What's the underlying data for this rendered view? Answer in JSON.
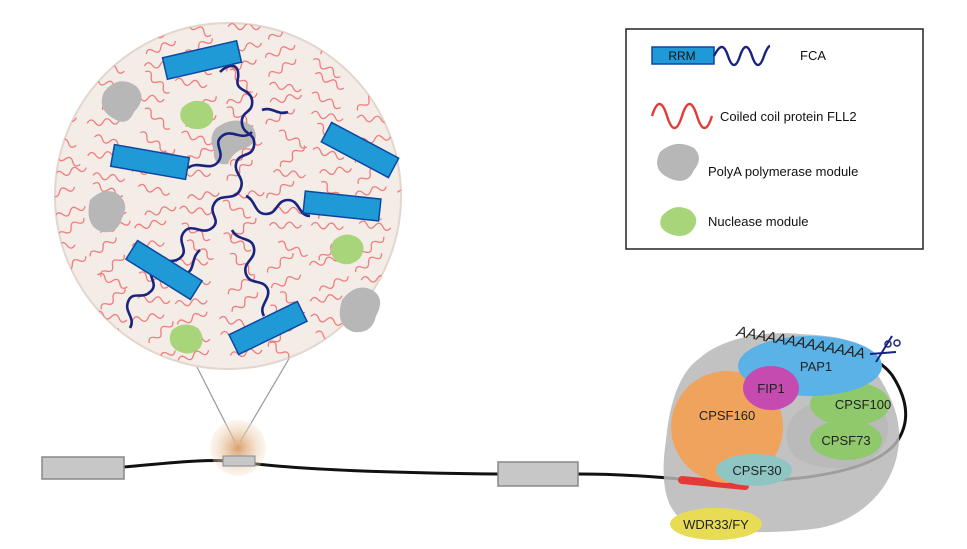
{
  "legend": {
    "rrm_label": "RRM",
    "fca_label": "FCA",
    "coiled_label": "Coiled coil protein FLL2",
    "polya_label": "PolyA polymerase module",
    "nuclease_label": "Nuclease module"
  },
  "complex": {
    "pap1": "PAP1",
    "fip1": "FIP1",
    "cpsf160": "CPSF160",
    "cpsf100": "CPSF100",
    "cpsf73": "CPSF73",
    "cpsf30": "CPSF30",
    "wdr33": "WDR33/FY",
    "polya_tail": "AAAAAAAAAAAAA"
  },
  "colors": {
    "rrm_blue": "#1f9ad6",
    "fca_navy": "#1a237e",
    "fll2_red": "#e53935",
    "polya_grey": "#b7b7b7",
    "nuclease_green": "#8bc34a",
    "droplet_bg": "#f3ece7",
    "pap1": "#5bb2e6",
    "fip1": "#c64bb0",
    "cpsf160": "#f0a35c",
    "cpsf100_73": "#8fc96b",
    "cpsf30": "#8fc6c4",
    "wdr33": "#e8dc54"
  }
}
